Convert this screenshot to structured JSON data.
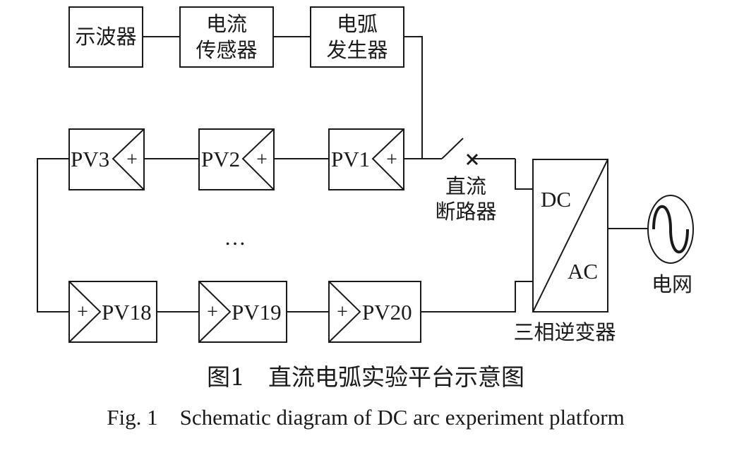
{
  "instruments": {
    "oscilloscope": "示波器",
    "current_sensor": [
      "电流",
      "传感器"
    ],
    "arc_generator": [
      "电弧",
      "发生器"
    ]
  },
  "pv_top": [
    "PV3",
    "PV2",
    "PV1"
  ],
  "pv_bottom": [
    "PV18",
    "PV19",
    "PV20"
  ],
  "plus_sign": "+",
  "ellipsis": "…",
  "dc_breaker": [
    "直流",
    "断路器"
  ],
  "inverter": {
    "dc": "DC",
    "ac": "AC",
    "label": "三相逆变器"
  },
  "grid_label": "电网",
  "caption": {
    "zh": "图1　直流电弧实验平台示意图",
    "en": "Fig. 1　Schematic diagram of DC arc experiment platform"
  }
}
